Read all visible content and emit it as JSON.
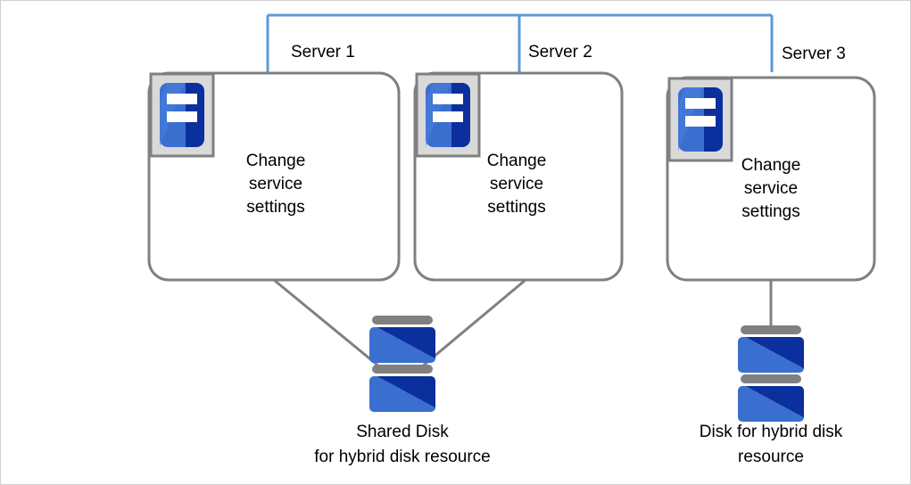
{
  "diagram": {
    "type": "network-topology",
    "background_color": "#ffffff",
    "frame_border_color": "#d0d0d0",
    "network_line_color": "#5b9bd5",
    "connector_line_color": "#808080",
    "box_border_color": "#808080",
    "icon_blue_light": "#3a6fd0",
    "icon_blue_dark": "#0b2f9c",
    "icon_frame_gray": "#d9d9d9",
    "icon_frame_border": "#808080",
    "disk_bar_gray": "#808080"
  },
  "network": {
    "name": "interconnect-bus",
    "label": ""
  },
  "servers": [
    {
      "id": "server-1",
      "title": "Server 1",
      "body_text": "Change\nservice\nsettings",
      "icon": "server-icon"
    },
    {
      "id": "server-2",
      "title": "Server 2",
      "body_text": "Change\nservice\nsettings",
      "icon": "server-icon"
    },
    {
      "id": "server-3",
      "title": "Server 3",
      "body_text": "Change\nservice\nsettings",
      "icon": "server-icon"
    }
  ],
  "disks": [
    {
      "id": "shared-disk",
      "caption": "Shared Disk\nfor hybrid disk resource",
      "icon": "disk-stack-icon",
      "connected_to": [
        "server-1",
        "server-2"
      ]
    },
    {
      "id": "hybrid-disk",
      "caption": "Disk for hybrid disk\nresource",
      "icon": "disk-stack-icon",
      "connected_to": [
        "server-3"
      ]
    }
  ]
}
